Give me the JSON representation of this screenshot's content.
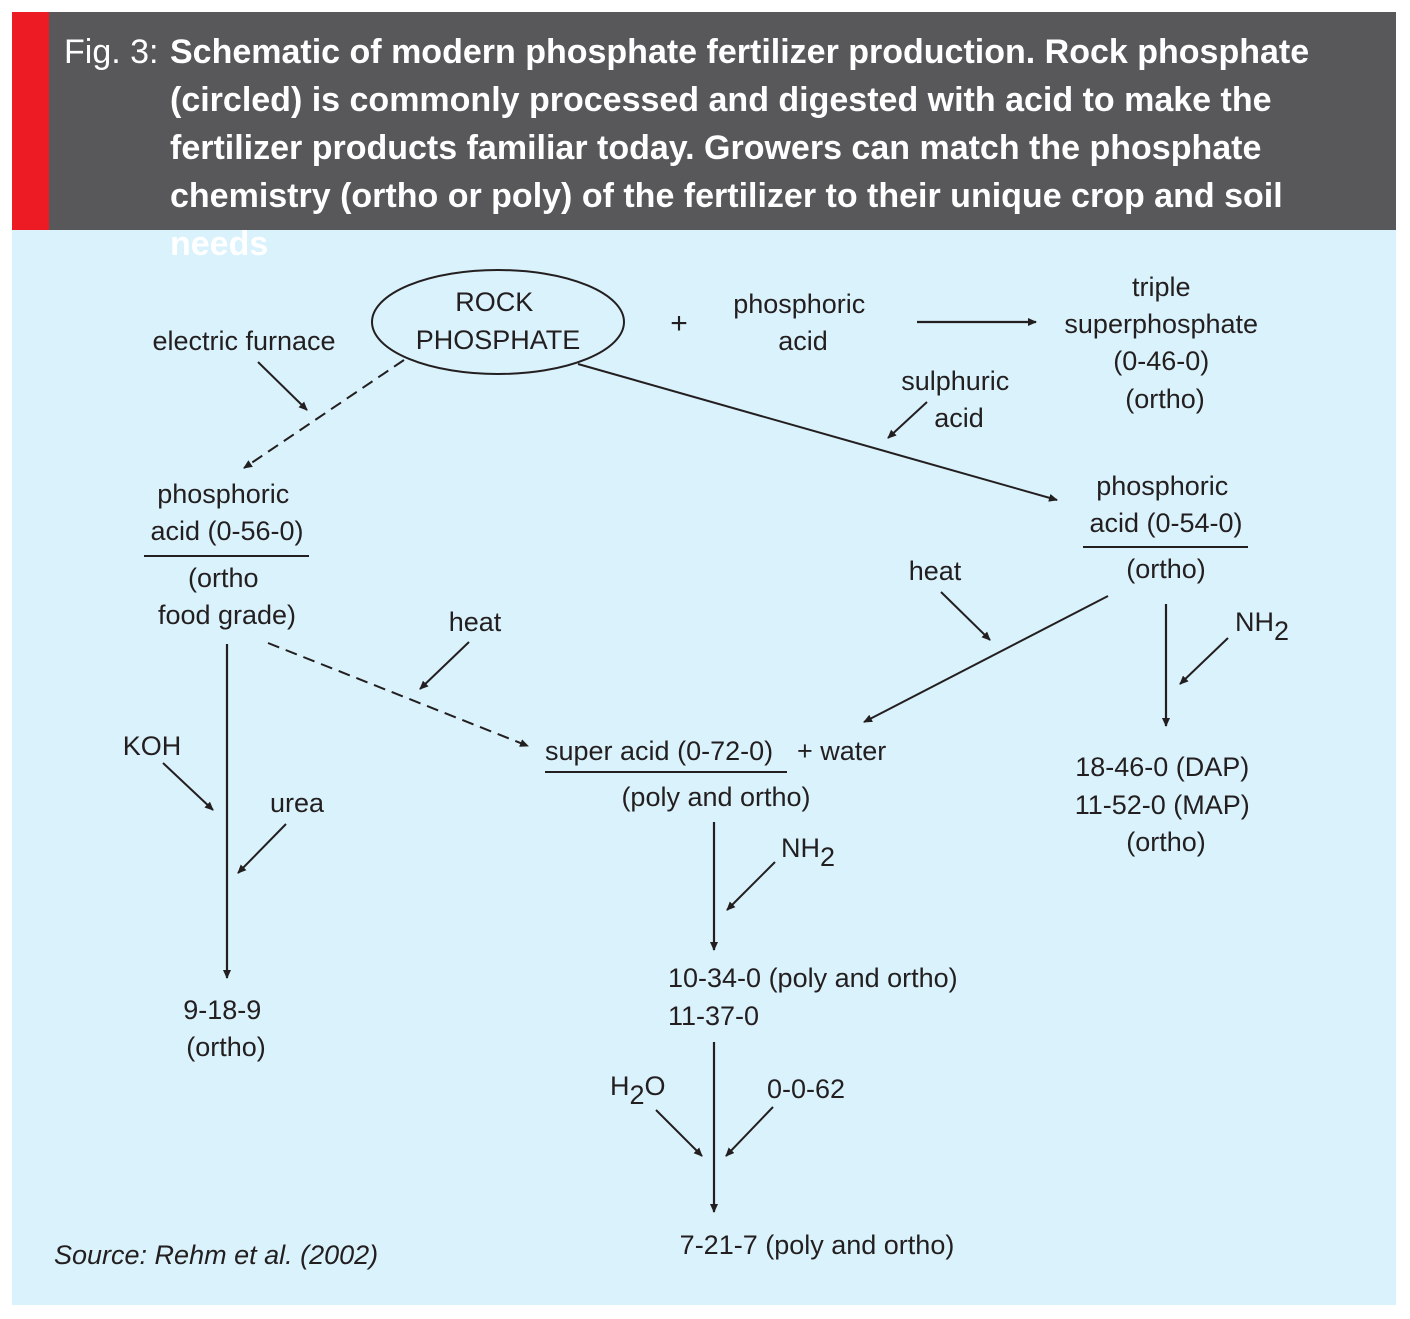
{
  "header": {
    "fig_label": "Fig. 3:",
    "caption": "Schematic of modern phosphate fertilizer production. Rock phosphate (circled) is commonly processed and digested with acid to make the fertilizer products familiar today. Growers can match the phosphate chemistry (ortho or poly) of the fertilizer to their unique crop and soil needs",
    "accent_color": "#ed1c24",
    "background_color": "#58585a"
  },
  "diagram": {
    "background_color": "#daf2fb",
    "rock_phosphate": [
      "ROCK",
      "PHOSPHATE"
    ],
    "plus": "+",
    "phosphoric_acid_input": [
      "phosphoric",
      "acid"
    ],
    "triple_superphosphate": [
      "triple",
      "superphosphate",
      "(0-46-0)",
      "(ortho)"
    ],
    "electric_furnace": "electric furnace",
    "sulphuric_acid": [
      "sulphuric",
      "acid"
    ],
    "phosphoric_acid_0560": [
      "phosphoric",
      "acid (0-56-0)"
    ],
    "ortho_food_grade": [
      "(ortho",
      "food grade)"
    ],
    "phosphoric_acid_0540": [
      "phosphoric",
      "acid (0-54-0)"
    ],
    "ortho": "(ortho)",
    "heat_left": "heat",
    "heat_right": "heat",
    "nh2": {
      "main": "NH",
      "sub": "2"
    },
    "koh": "KOH",
    "urea": "urea",
    "super_acid": "super acid (0-72-0)",
    "plus_water": "+ water",
    "poly_and_ortho": "(poly and ortho)",
    "dap_map": [
      "18-46-0 (DAP)",
      "11-52-0 (MAP)",
      "(ortho)"
    ],
    "product_9189": [
      "9-18-9",
      "(ortho)"
    ],
    "product_10340": [
      "10-34-0 (poly and ortho)",
      "11-37-0"
    ],
    "h2o": {
      "h": "H",
      "sub": "2",
      "o": "O"
    },
    "potash": "0-0-62",
    "product_7217": "7-21-7 (poly and ortho)"
  },
  "source": "Source: Rehm et al. (2002)"
}
